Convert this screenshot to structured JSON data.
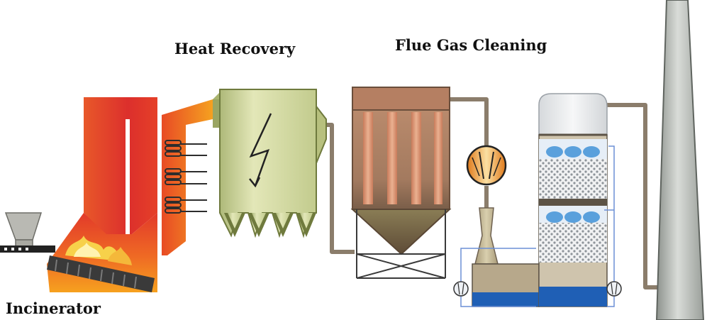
{
  "labels": {
    "heat_recovery": "Heat Recovery",
    "flue_gas_cleaning": "Flue Gas Cleaning",
    "incinerator": "Incinerator"
  },
  "colors": {
    "duct": "#8b7d6b",
    "flame_red": "#d8262a",
    "flame_orange": "#f39a1e",
    "filter_green": "#c9d39a",
    "baghouse_brown": "#9a6f58",
    "water_blue": "#1f5fb5",
    "scrubber_white": "#e9ecef",
    "stack_gray": "#b9bdb9",
    "piping_blue": "#6b8fd6"
  }
}
